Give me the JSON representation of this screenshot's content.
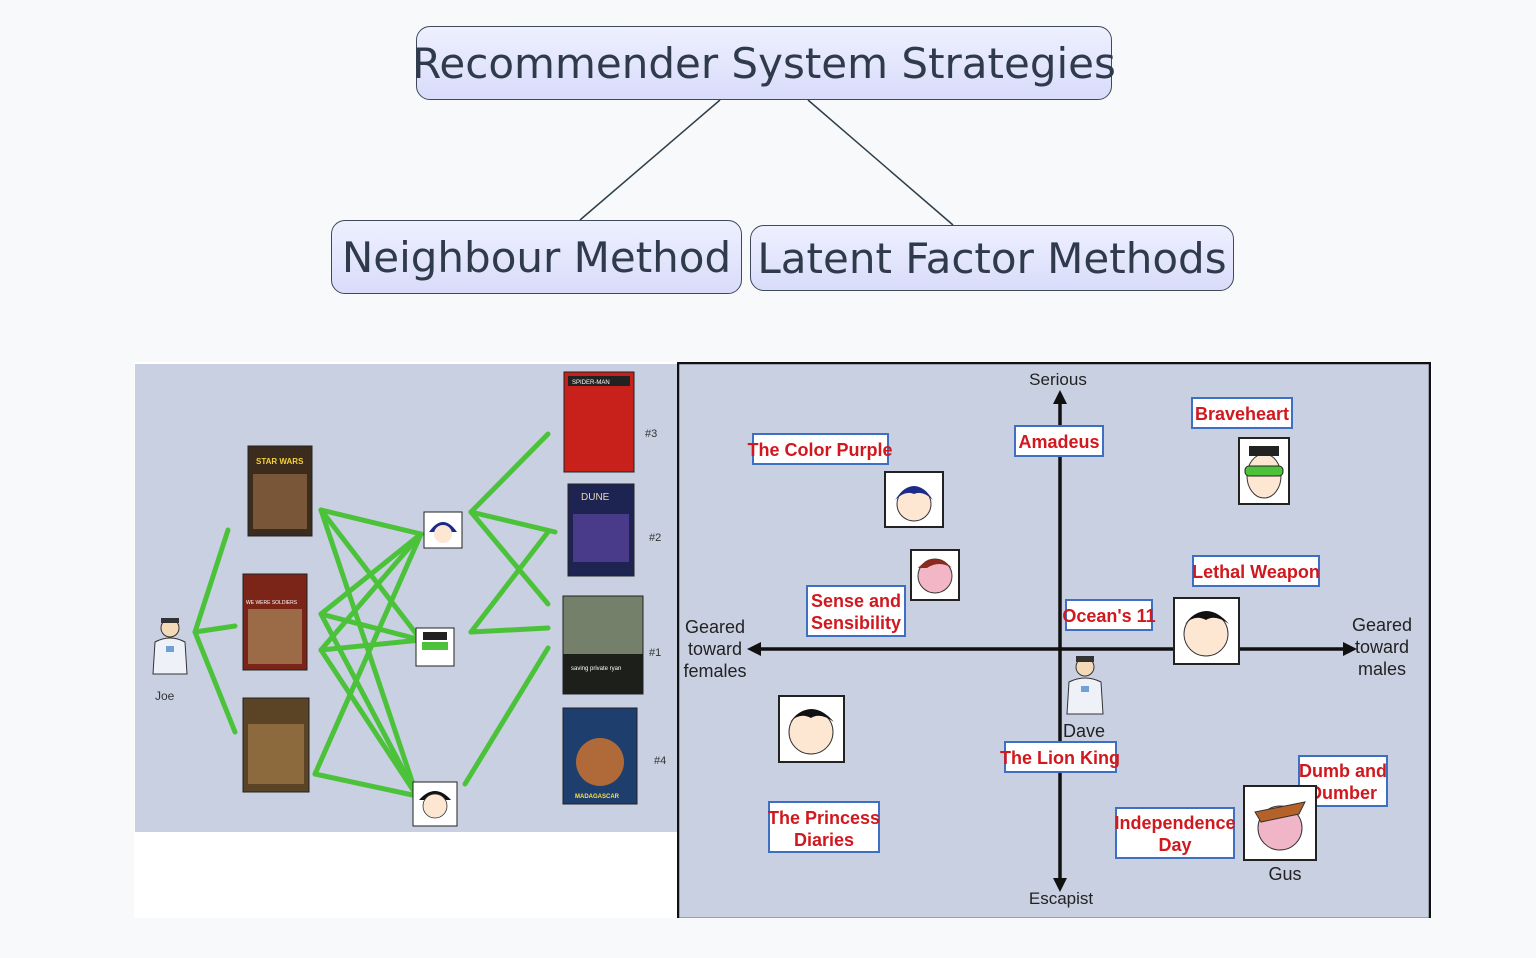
{
  "mindmap": {
    "root": "Recommender System Strategies",
    "children": [
      "Neighbour Method",
      "Latent Factor Methods"
    ]
  },
  "neighbour_panel": {
    "user": "Joe",
    "ranks": [
      "#3",
      "#2",
      "#1",
      "#4"
    ],
    "poster_titles": [
      "STAR WARS",
      "WE WERE SOLDIERS",
      "SPIDER-MAN",
      "DUNE",
      "saving private ryan",
      "MADAGASCAR"
    ]
  },
  "latent_panel": {
    "axes": {
      "top": "Serious",
      "bottom": "Escapist",
      "left": [
        "Geared",
        "toward",
        "females"
      ],
      "right": [
        "Geared",
        "toward",
        "males"
      ]
    },
    "movies": {
      "color_purple": "The Color Purple",
      "amadeus": "Amadeus",
      "braveheart": "Braveheart",
      "sense1": "Sense and",
      "sense2": "Sensibility",
      "oceans": "Ocean's 11",
      "lethal": "Lethal Weapon",
      "lion_king": "The Lion King",
      "princess1": "The Princess",
      "princess2": "Diaries",
      "independence1": "Independence",
      "independence2": "Day",
      "dumb1": "Dumb and",
      "dumb2": "Dumber"
    },
    "users": {
      "dave": "Dave",
      "gus": "Gus"
    }
  },
  "colors": {
    "panel_bg": "#c8d0e2",
    "connector": "#4cc23a",
    "label_red": "#d0181e",
    "label_border": "#3d6fc4",
    "node_border": "#3c4a5a"
  }
}
